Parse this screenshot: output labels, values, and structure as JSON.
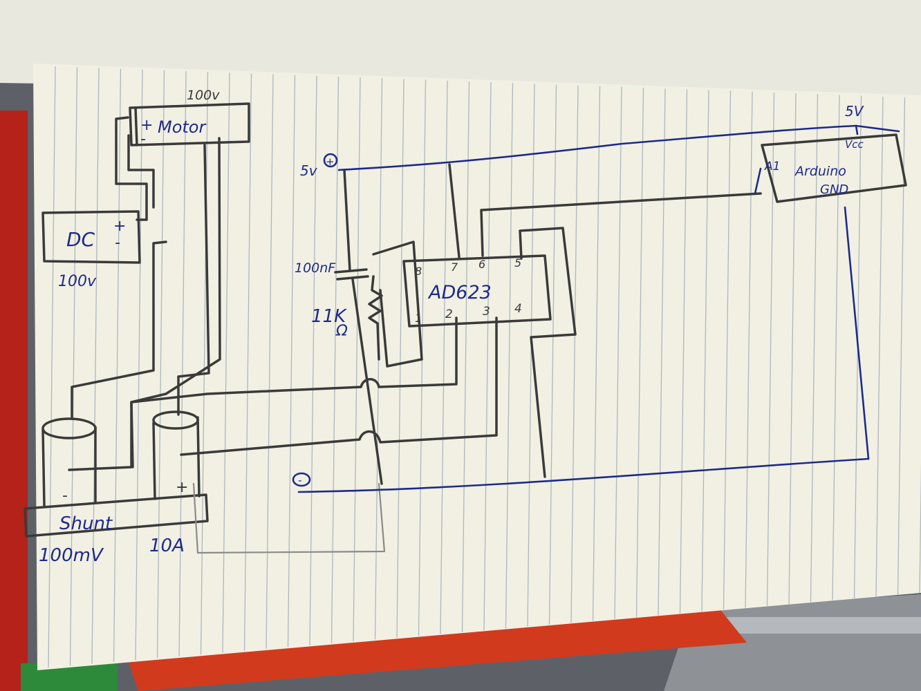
{
  "labels": {
    "motor_voltage": "100v",
    "motor_plus": "+",
    "motor_name": "Motor",
    "motor_minus": "-",
    "dc_name": "DC",
    "dc_plus": "+",
    "dc_minus": "-",
    "dc_voltage": "100v",
    "shunt_name": "Shunt",
    "shunt_minus": "-",
    "shunt_plus": "+",
    "shunt_mv": "100mV",
    "shunt_amps": "10A",
    "supply_5v": "5v",
    "supply_plus": "+",
    "supply_minus": "-",
    "capacitor": "100nF",
    "resistor_value": "11K",
    "resistor_unit": "Ω",
    "chip_name": "AD623",
    "pin8": "8",
    "pin7": "7",
    "pin6": "6",
    "pin5": "5",
    "pin1": "1",
    "pin2": "2",
    "pin3": "3",
    "pin4": "4",
    "arduino_5v": "5V",
    "arduino_vcc": "Vcc",
    "arduino_a1": "A1",
    "arduino_name": "Arduino",
    "arduino_gnd": "GND"
  },
  "colors": {
    "paper": "#f1f0e3",
    "rule_lines": "#aeb6be",
    "pencil": "#3a3a3a",
    "ink": "#1d2a8a",
    "notebook_cover": "#c9281e",
    "desk": "#5d6167"
  }
}
